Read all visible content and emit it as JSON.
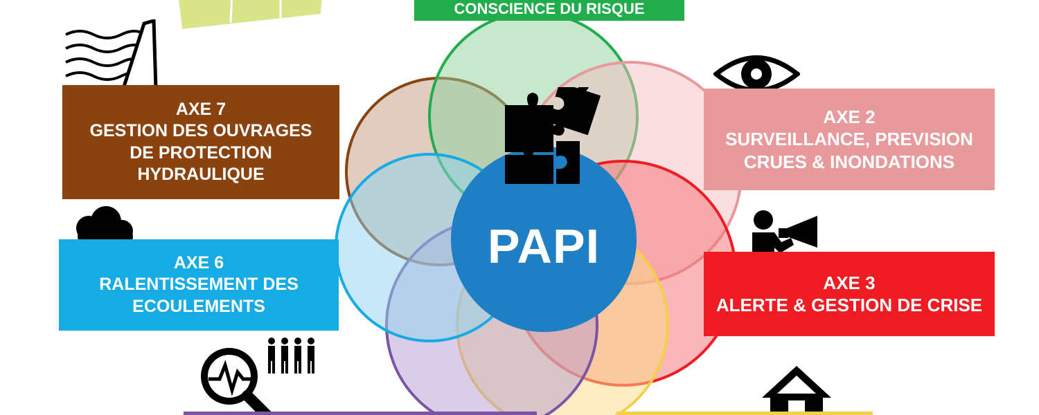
{
  "center": {
    "label": "PAPI",
    "color": "#1f7fc4"
  },
  "axes": {
    "axe1": {
      "lines": [
        "CONSCIENCE DU RISQUE"
      ],
      "color": "#21ad4b",
      "petal_color": "#8fd0a0"
    },
    "axe2": {
      "lines": [
        "AXE 2",
        "SURVEILLANCE, PREVISION",
        "CRUES & INONDATIONS"
      ],
      "color": "#e8999b",
      "petal_color": "#f4c0c2"
    },
    "axe3": {
      "lines": [
        "AXE 3",
        "ALERTE & GESTION DE CRISE"
      ],
      "color": "#ef1c24",
      "petal_color": "#f56f74"
    },
    "axe4": {
      "color": "#f6cf4a",
      "petal_color": "#f9dc85"
    },
    "axe5": {
      "color": "#7b54a8",
      "petal_color": "#b59ccf"
    },
    "axe6": {
      "lines": [
        "AXE 6",
        "RALENTISSEMENT DES",
        "ECOULEMENTS"
      ],
      "color": "#17abe6",
      "petal_color": "#8fd3ef"
    },
    "axe7": {
      "lines": [
        "AXE 7",
        "GESTION DES OUVRAGES",
        "DE PROTECTION",
        "HYDRAULIQUE"
      ],
      "color": "#8a420f",
      "petal_color": "#c49a82"
    }
  },
  "icons": {
    "top_left": "solar-panel-icon",
    "axe1": "puzzle-icon",
    "axe2": "eye-icon",
    "axe3": "megaphone-person-icon",
    "axe4": "house-icon",
    "axe5": "magnifier-pulse-icon",
    "axe5_people": "people-group-icon",
    "axe6": "rain-cloud-icon",
    "axe7": "dam-icon"
  }
}
